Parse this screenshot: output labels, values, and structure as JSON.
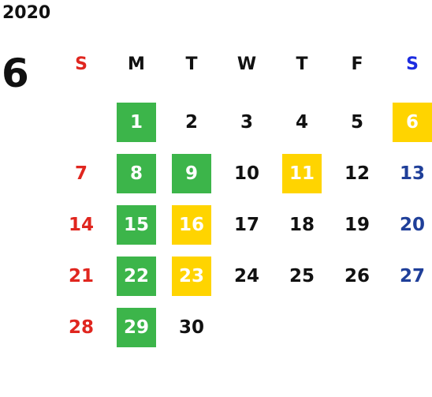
{
  "calendar": {
    "year": "2020",
    "month": "6",
    "weekdays": [
      "S",
      "M",
      "T",
      "W",
      "T",
      "F",
      "S"
    ],
    "colors": {
      "sunday": "#e0261f",
      "saturday": "#1f3f99",
      "saturday_header": "#1c2ce0",
      "green_highlight": "#3cb54a",
      "yellow_highlight": "#ffd400"
    },
    "weeks": [
      [
        {
          "day": "",
          "type": ""
        },
        {
          "day": "1",
          "type": "green"
        },
        {
          "day": "2",
          "type": ""
        },
        {
          "day": "3",
          "type": ""
        },
        {
          "day": "4",
          "type": ""
        },
        {
          "day": "5",
          "type": ""
        },
        {
          "day": "6",
          "type": "yellow"
        }
      ],
      [
        {
          "day": "7",
          "type": ""
        },
        {
          "day": "8",
          "type": "green"
        },
        {
          "day": "9",
          "type": "green"
        },
        {
          "day": "10",
          "type": ""
        },
        {
          "day": "11",
          "type": "yellow"
        },
        {
          "day": "12",
          "type": ""
        },
        {
          "day": "13",
          "type": ""
        }
      ],
      [
        {
          "day": "14",
          "type": ""
        },
        {
          "day": "15",
          "type": "green"
        },
        {
          "day": "16",
          "type": "yellow"
        },
        {
          "day": "17",
          "type": ""
        },
        {
          "day": "18",
          "type": ""
        },
        {
          "day": "19",
          "type": ""
        },
        {
          "day": "20",
          "type": ""
        }
      ],
      [
        {
          "day": "21",
          "type": ""
        },
        {
          "day": "22",
          "type": "green"
        },
        {
          "day": "23",
          "type": "yellow"
        },
        {
          "day": "24",
          "type": ""
        },
        {
          "day": "25",
          "type": ""
        },
        {
          "day": "26",
          "type": ""
        },
        {
          "day": "27",
          "type": ""
        }
      ],
      [
        {
          "day": "28",
          "type": ""
        },
        {
          "day": "29",
          "type": "green"
        },
        {
          "day": "30",
          "type": ""
        },
        {
          "day": "",
          "type": ""
        },
        {
          "day": "",
          "type": ""
        },
        {
          "day": "",
          "type": ""
        },
        {
          "day": "",
          "type": ""
        }
      ]
    ]
  }
}
